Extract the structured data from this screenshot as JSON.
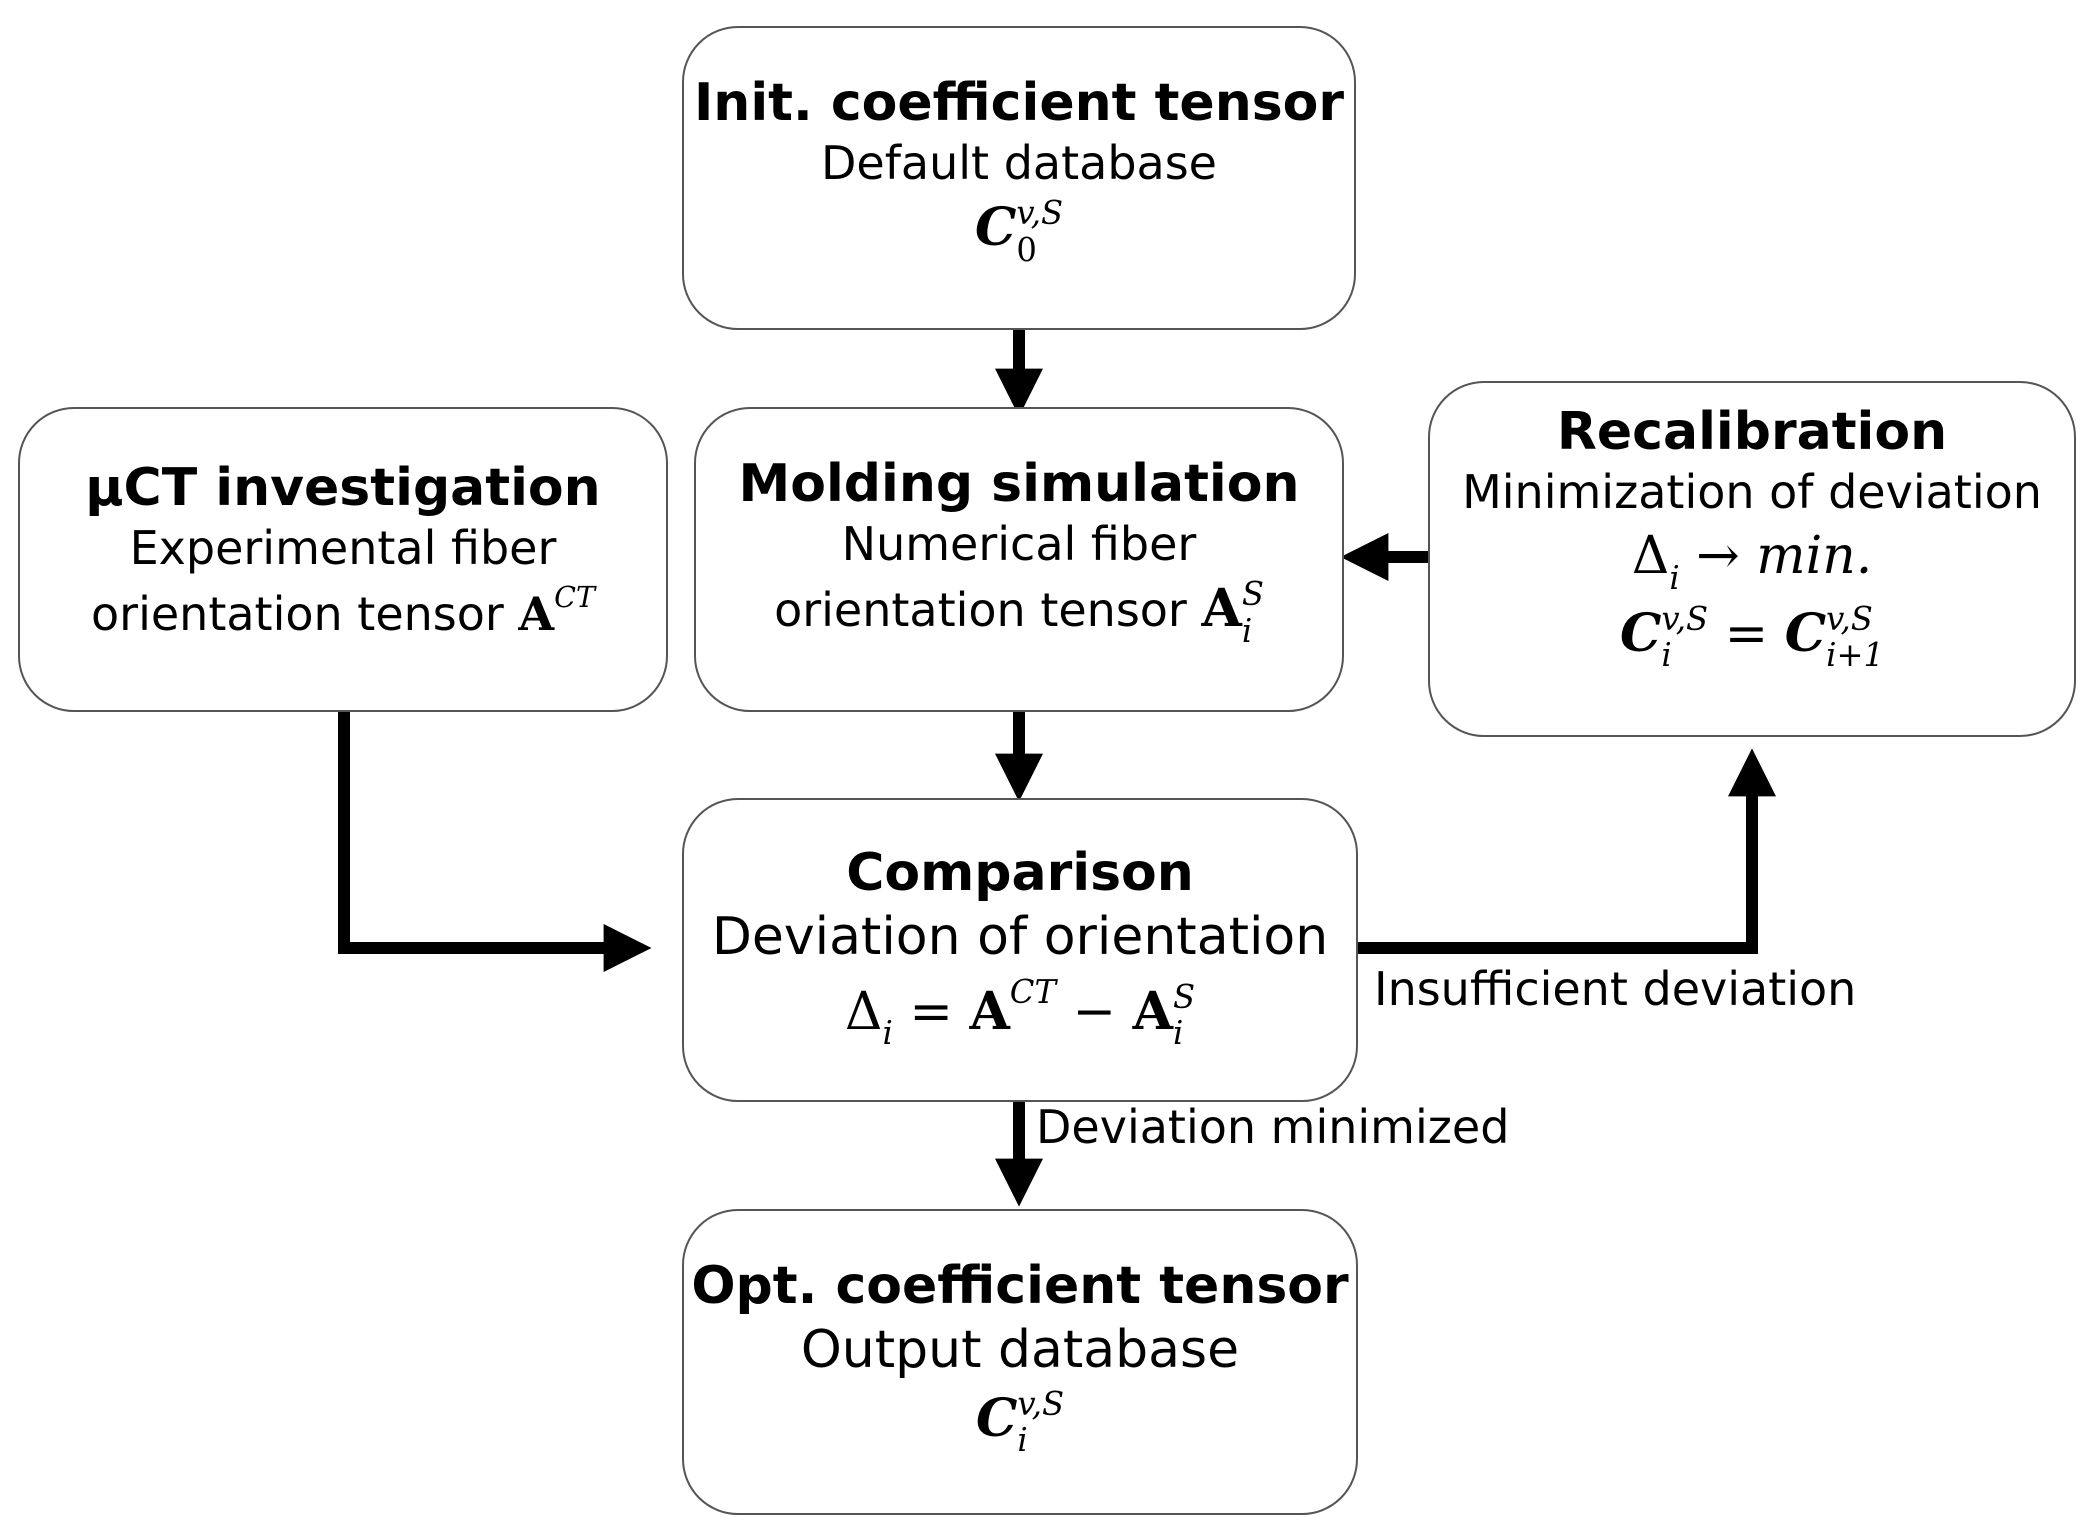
{
  "nodes": {
    "init": {
      "title": "Init. coefficient tensor",
      "line1": "Default database",
      "formula": {
        "base": "C",
        "sup": "v,S",
        "sub": "0"
      }
    },
    "molding": {
      "title": "Molding simulation",
      "line1": "Numerical fiber",
      "line2_text": "orientation tensor ",
      "line2_math": {
        "base": "A",
        "sup": "S",
        "sub": "i"
      }
    },
    "mu_ct": {
      "title": "µCT investigation",
      "line1": "Experimental fiber",
      "line2_text": "orientation tensor ",
      "line2_math": {
        "base": "A",
        "sup": "CT"
      }
    },
    "recalibration": {
      "title": "Recalibration",
      "line1": "Minimization of deviation",
      "formula1": {
        "delta": "Δ",
        "sub": "i",
        "rest": " → min."
      },
      "formula2": {
        "lhs_base": "C",
        "lhs_sup": "v,S",
        "lhs_sub": "i",
        "eq": " = ",
        "rhs_base": "C",
        "rhs_sup": "v,S",
        "rhs_sub": "i+1"
      }
    },
    "comparison": {
      "title": "Comparison",
      "line1": "Deviation of orientation",
      "formula": {
        "delta": "Δ",
        "sub": "i",
        "eq": " = ",
        "a1": "A",
        "a1_sup": "CT",
        "minus": " − ",
        "a2": "A",
        "a2_sup": "S",
        "a2_sub": "i"
      }
    },
    "optimal": {
      "title": "Opt. coefficient tensor",
      "line1": "Output database",
      "formula": {
        "base": "C",
        "sup": "v,S",
        "sub": "i"
      }
    }
  },
  "edges": {
    "insufficient_label": "Insufficient deviation",
    "minimized_label": "Deviation minimized"
  },
  "style": {
    "arrow_color": "#000000",
    "box_border_color": "#555555"
  }
}
